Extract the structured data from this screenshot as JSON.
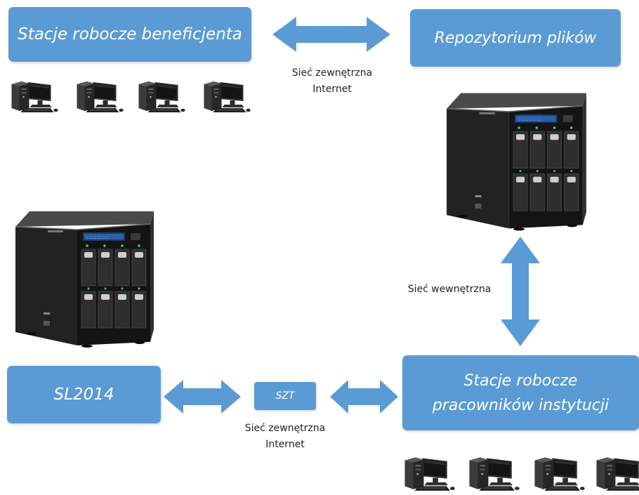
{
  "boxes": {
    "workstations_beneficiary": "Stacje robocze beneficjenta",
    "file_repository": "Repozytorium plików",
    "sl2014": "SL2014",
    "szt": "SZT",
    "workstations_staff_line1": "Stacje robocze",
    "workstations_staff_line2": "pracowników instytucji"
  },
  "links": {
    "top_line1": "Sieć zewnętrzna",
    "top_line2": "Internet",
    "internal": "Sieć wewnętrzna",
    "bottom_line1": "Sieć zewnętrzna",
    "bottom_line2": "Internet"
  },
  "colors": {
    "box_fill": "#5b9bd5",
    "box_text": "#ffffff",
    "arrow_fill": "#5b9bd5",
    "label_text": "#222222"
  },
  "icons": {
    "workstation": "desktop-computer-icon",
    "server": "nas-storage-server-icon"
  }
}
